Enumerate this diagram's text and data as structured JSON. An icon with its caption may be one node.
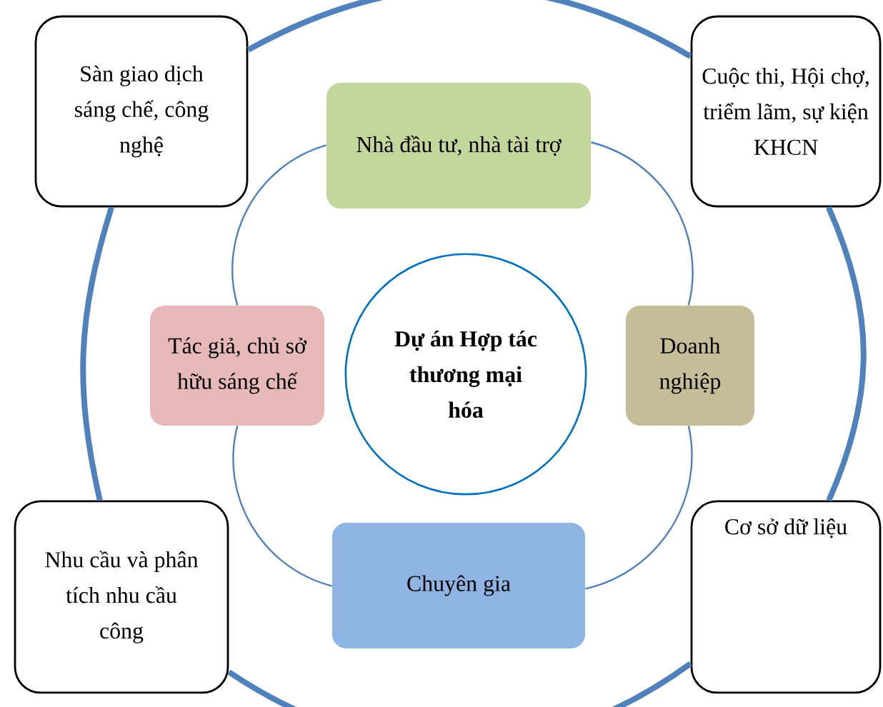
{
  "diagram": {
    "nodes": [
      {
        "text": [
          "Sàn giao dịch sáng chế, công nghệ"
        ]
      },
      {
        "text": [
          "Cuộc thi, Hội chợ, triểm lãm, sự kiện KHCN"
        ]
      },
      {
        "text": [
          "Nhà đầu tư, nhà tài trợ"
        ]
      },
      {
        "text": [
          "Tác giả, chủ sở hữu sáng chế"
        ]
      },
      {
        "text": [
          "Dự án Hợp tác thương mại hóa"
        ]
      },
      {
        "text": [
          "Doanh nghiệp"
        ]
      },
      {
        "text": [
          "Chuyên gia"
        ]
      },
      {
        "text": [
          "Nhu cầu và phân tích nhu cầu công"
        ]
      },
      {
        "text": [
          "Cơ sở dữ liệu"
        ]
      }
    ],
    "edges": [
      {
        "from": 2,
        "to": 5,
        "arrow": "none"
      },
      {
        "from": 5,
        "to": 6,
        "arrow": "none"
      },
      {
        "from": 6,
        "to": 3,
        "arrow": "none"
      },
      {
        "from": 3,
        "to": 2,
        "arrow": "none"
      },
      {
        "from": 0,
        "to": 1,
        "arrow": "none",
        "style": "thick"
      },
      {
        "from": 1,
        "to": 8,
        "arrow": "none",
        "style": "thick"
      },
      {
        "from": 8,
        "to": 7,
        "arrow": "none",
        "style": "thick"
      },
      {
        "from": 7,
        "to": 0,
        "arrow": "none",
        "style": "thick"
      }
    ]
  }
}
